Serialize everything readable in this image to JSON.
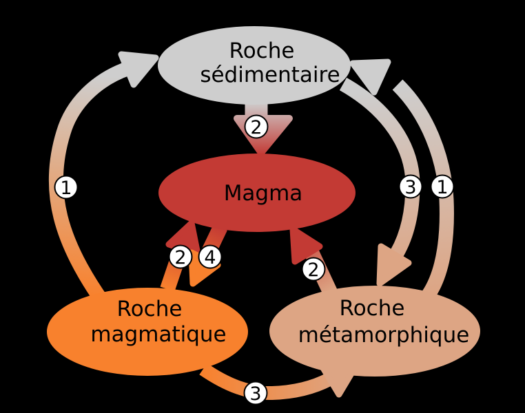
{
  "diagram": {
    "subject": "rock-cycle",
    "background": "#000000"
  },
  "colors": {
    "sedimentary": "#cecece",
    "magma": "#c33a34",
    "magmatic": "#f8812d",
    "metamorphic": "#dda584",
    "badge_fill": "#ffffff",
    "badge_border": "#000000",
    "text": "#000000"
  },
  "nodes": {
    "sedimentary": {
      "line1": "Roche",
      "line2": "sédimentaire"
    },
    "magma": {
      "label": "Magma"
    },
    "magmatic": {
      "line1": "Roche",
      "line2": "magmatique"
    },
    "metamorphic": {
      "line1": "Roche",
      "line2": "métamorphique"
    }
  },
  "badges": {
    "erosion_left": "1",
    "fusion_top": "2",
    "metamorphism_right": "3",
    "erosion_right": "1",
    "fusion_lower_left": "2",
    "crystallization": "4",
    "fusion_lower_right": "2",
    "metamorphism_bottom": "3"
  },
  "edges": [
    {
      "from": "Roche magmatique",
      "to": "Roche sédimentaire",
      "label": "1"
    },
    {
      "from": "Roche sédimentaire",
      "to": "Magma",
      "label": "2"
    },
    {
      "from": "Roche sédimentaire",
      "to": "Roche métamorphique",
      "label": "3"
    },
    {
      "from": "Roche métamorphique",
      "to": "Roche sédimentaire",
      "label": "1"
    },
    {
      "from": "Roche magmatique",
      "to": "Magma",
      "label": "2"
    },
    {
      "from": "Magma",
      "to": "Roche magmatique",
      "label": "4"
    },
    {
      "from": "Roche métamorphique",
      "to": "Magma",
      "label": "2"
    },
    {
      "from": "Roche magmatique",
      "to": "Roche métamorphique",
      "label": "3"
    }
  ]
}
